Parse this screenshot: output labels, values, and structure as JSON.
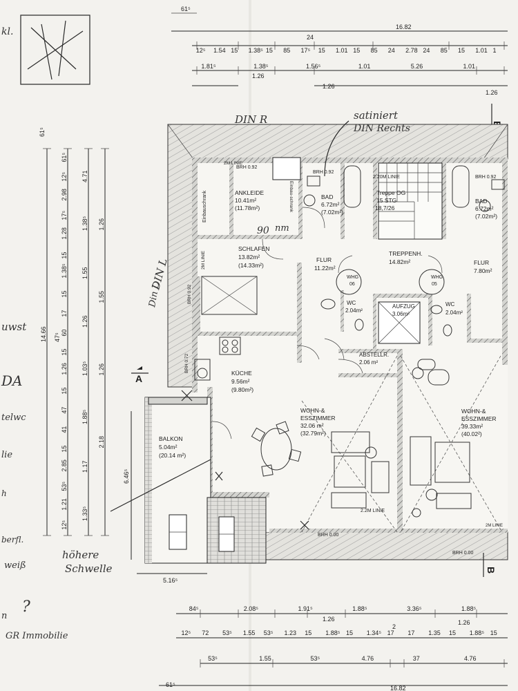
{
  "dimensions": {
    "top_row1": [
      "61⁵"
    ],
    "top_row2": [
      "12⁵",
      "1.54",
      "15",
      "1.38⁵",
      "15",
      "85",
      "17⁵",
      "15",
      "1.01",
      "15",
      "85",
      "24",
      "2.78",
      "24",
      "85",
      "15",
      "1.01",
      "1"
    ],
    "top_row2_extra": [
      "24"
    ],
    "top_total": "16.82",
    "top_row3a": [
      "1.81⁵",
      "1.38⁵",
      "1.56⁵",
      "1.01",
      "5.26",
      "1.01"
    ],
    "top_row3b": [
      "1.26",
      "1.26",
      "1.26"
    ],
    "left_col1": [
      "61⁵",
      "12⁵",
      "2.98",
      "17⁵",
      "1.28",
      "15",
      "1.38⁵",
      "15",
      "17",
      "60",
      "15",
      "1.26",
      "15",
      "47",
      "41",
      "15",
      "2.85",
      "53⁵",
      "1.21",
      "12⁵"
    ],
    "left_col2": [
      "4.71",
      "1.38⁵",
      "1.55",
      "1.26",
      "1.03⁵",
      "1.88⁵",
      "1.17",
      "1.33⁵"
    ],
    "left_col3": [
      "1.26",
      "1.55",
      "1.26",
      "2.18"
    ],
    "left_total": "14.66",
    "left_47": "47⁵",
    "balcony_h": "6.46⁵",
    "balcony_w": "5.16⁵",
    "bottom_row1": [
      "84⁵",
      "2.08⁵",
      "1.91⁵",
      "1.88⁵",
      "3.36⁵",
      "1.88⁵"
    ],
    "bottom_row1b": [
      "1.26",
      "1.26"
    ],
    "bottom_row2": [
      "12⁵",
      "72",
      "53⁵",
      "1.55",
      "53⁵",
      "1.23",
      "15",
      "1.88⁵",
      "15",
      "1.34⁵",
      "17",
      "17",
      "1.35",
      "15",
      "1.88⁵",
      "15"
    ],
    "bottom_row2_top": "2",
    "bottom_row3": [
      "53⁵",
      "1.55",
      "53⁵",
      "4.76",
      "37",
      "4.76"
    ],
    "bottom_row4": [
      "61⁵"
    ],
    "bottom_total": "16.82"
  },
  "section_markers": {
    "b_top": "B",
    "b_bottom": "B",
    "a_left": "A"
  },
  "rooms": [
    {
      "name": "ANKLEIDE",
      "area": "10.41m²",
      "area2": "(11.78m²)"
    },
    {
      "name": "BAD",
      "area": "6.72m²",
      "area2": "(7.02m²)"
    },
    {
      "name": "SCHLAFEN",
      "area": "13.82m²",
      "area2": "(14.33m²)"
    },
    {
      "name": "FLUR",
      "area": "11.22m²"
    },
    {
      "name": "Treppe OG",
      "area": "15 STG",
      "area2": "18,7/26"
    },
    {
      "name": "TREPPENH.",
      "area": "14.82m²"
    },
    {
      "name": "BAD",
      "area": "6.72m²",
      "area2": "(7.02m²)"
    },
    {
      "name": "FLUR",
      "area": "7.80m²"
    },
    {
      "name": "WC",
      "area": "2.04m²"
    },
    {
      "name": "AUFZUG",
      "area": "3.06m²"
    },
    {
      "name": "WC",
      "area": "2.04m²"
    },
    {
      "name": "ABSTELLR.",
      "area": "2.06 m²"
    },
    {
      "name": "KÜCHE",
      "area": "9.56m²",
      "area2": "(9.80m²)"
    },
    {
      "name": "WOHN-&",
      "area": "ESSZIMMER",
      "area2": "32.06 m²",
      "area3": "(32.79m²)"
    },
    {
      "name": "WOHN-&",
      "area": "ESSZIMMER",
      "area2": "39.33m²",
      "area3": "(40.02²)"
    },
    {
      "name": "BALKON",
      "area": "5.04m²",
      "area2": "(20.14 m²)"
    }
  ],
  "small_labels": {
    "whg06": "WHG\n06",
    "whg06_a": "WHG",
    "whg06_b": "06",
    "whg05_a": "WHG",
    "whg05_b": "05",
    "brh092_1": "BRH 0.92",
    "brh092_2": "BRH 0.92",
    "brh092_3": "BRH 0.92",
    "brh092_v": "BRH 0.92",
    "linie_2m": "2M LINIE",
    "linie_220": "2.20M LINIE",
    "linie_22m": "2.2M LINIE",
    "linie_2m_v": "2M LINIE",
    "linie_2m_r": "2M LINIE",
    "brh000": "BRH 0.00",
    "brh000_r": "BRH 0.00",
    "einbauschrank": "Einbauschrank",
    "einbau2": "Einbau-schrank",
    "brh072": "BRH 0.72"
  },
  "handwritten": {
    "din_r": "DIN R",
    "satiniert": "satiniert",
    "din_rechts": "DIN Rechts",
    "din_l": "DIN L",
    "din_l2": "Din L",
    "kl": "kl.",
    "hoehere": "höhere",
    "schwelle": "Schwelle",
    "left_wst": "uwst",
    "left_da": "DA",
    "left_telwc": "telwc",
    "left_lie": "lie",
    "left_oberfl": "berfl.",
    "left_weiss": "weiß",
    "left_q": "?",
    "left_gr": "GR Immobilie",
    "left_m": "h",
    "left_n": "n",
    "ninety": "90",
    "nm": "nm"
  }
}
